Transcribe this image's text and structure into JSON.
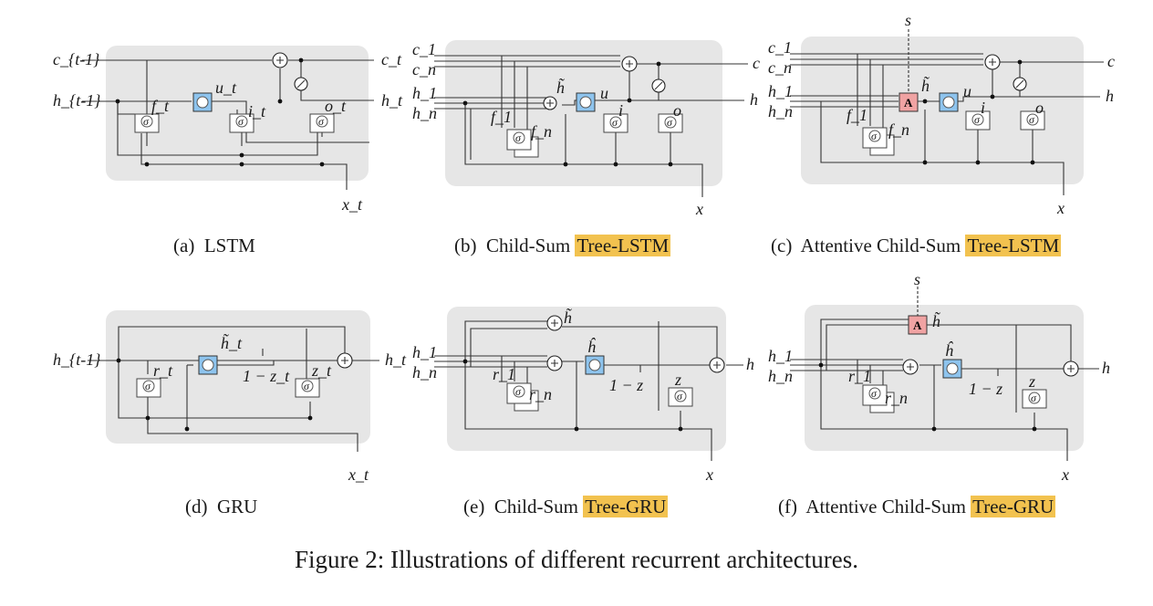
{
  "figure_caption": "Figure 2: Illustrations of different recurrent architectures.",
  "panels": [
    {
      "id": "a",
      "caption_prefix": "(a)",
      "caption_text": "LSTM",
      "highlight": ""
    },
    {
      "id": "b",
      "caption_prefix": "(b)",
      "caption_text": "Child-Sum",
      "highlight": "Tree-LSTM"
    },
    {
      "id": "c",
      "caption_prefix": "(c)",
      "caption_text": "Attentive Child-Sum",
      "highlight": "Tree-LSTM"
    },
    {
      "id": "d",
      "caption_prefix": "(d)",
      "caption_text": "GRU",
      "highlight": ""
    },
    {
      "id": "e",
      "caption_prefix": "(e)",
      "caption_text": "Child-Sum",
      "highlight": "Tree-GRU"
    },
    {
      "id": "f",
      "caption_prefix": "(f)",
      "caption_text": "Attentive Child-Sum",
      "highlight": "Tree-GRU"
    }
  ],
  "labels": {
    "c_prev": "c_{t-1}",
    "h_prev": "h_{t-1}",
    "c_t": "c_t",
    "h_t": "h_t",
    "x_t": "x_t",
    "f_t": "f_t",
    "i_t": "i_t",
    "o_t": "o_t",
    "u_t": "u_t",
    "c1": "c_1",
    "cn": "c_n",
    "h1": "h_1",
    "hn": "h_n",
    "c": "c",
    "h": "h",
    "x": "x",
    "f1": "f_1",
    "fn": "f_n",
    "i": "i",
    "o": "o",
    "u": "u",
    "htilde": "h̃",
    "hhat": "ĥ",
    "s": "s",
    "A": "A",
    "r_t": "r_t",
    "z_t": "z_t",
    "ht_tilde": "h̃_t",
    "one_minus_zt": "1 − z_t",
    "r1": "r_1",
    "rn": "r_n",
    "z": "z",
    "one_minus_z": "1 − z",
    "sigma": "σ"
  },
  "colors": {
    "highlight": "#f2c24f",
    "attention_box": "#f0a3a3",
    "cell_box": "#8ec4ee",
    "panel_bg": "#e6e6e6"
  }
}
